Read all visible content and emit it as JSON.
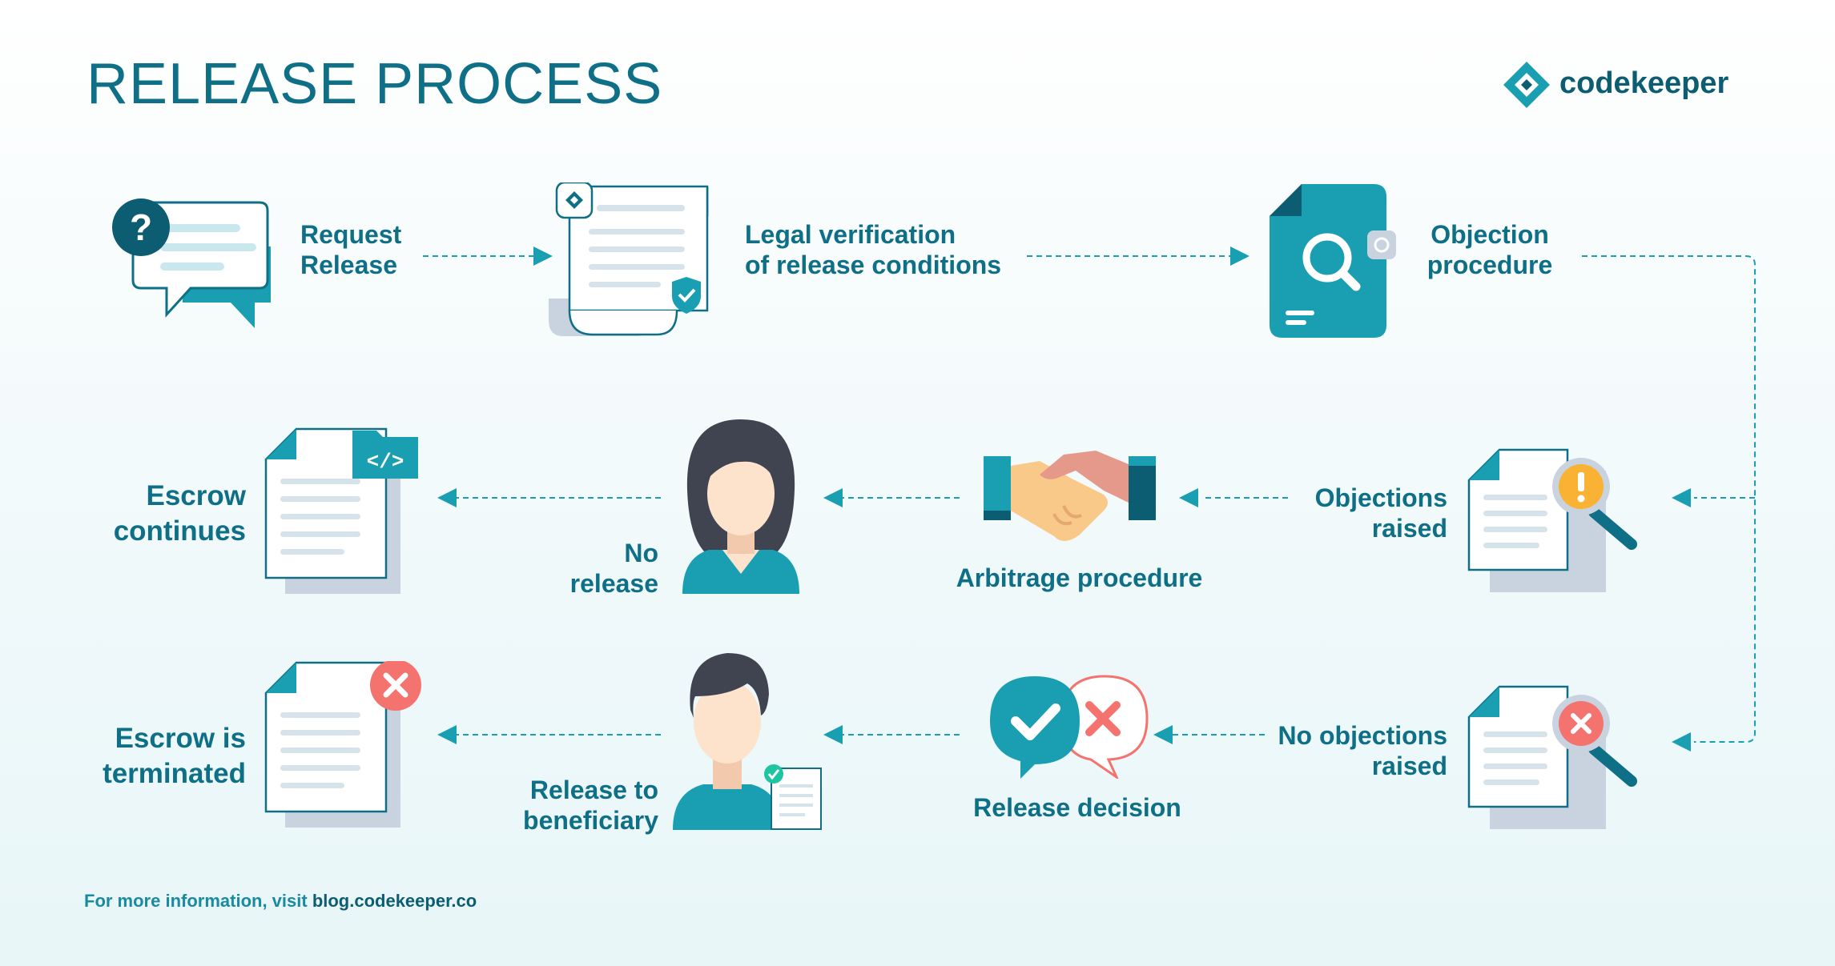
{
  "title": "RELEASE PROCESS",
  "brand": {
    "name": "codekeeper",
    "logo_icon": "codekeeper-logo-icon"
  },
  "colors": {
    "primary": "#0e6f86",
    "teal": "#1a9fb2",
    "dark": "#0d5d72",
    "error": "#f4736f",
    "warning": "#f9b233",
    "success": "#1fc4a3"
  },
  "steps": {
    "request_release": {
      "line1": "Request",
      "line2": "Release",
      "icon": "chat-question-icon"
    },
    "legal_verification": {
      "line1": "Legal verification",
      "line2": "of release conditions",
      "icon": "contract-scroll-icon"
    },
    "objection_procedure": {
      "line1": "Objection",
      "line2": "procedure",
      "icon": "document-search-icon"
    },
    "objections_raised": {
      "line1": "Objections",
      "line2": "raised",
      "icon": "document-warning-icon"
    },
    "arbitrage_procedure": {
      "label": "Arbitrage procedure",
      "icon": "handshake-icon"
    },
    "no_release": {
      "line1": "No",
      "line2": "release",
      "icon": "woman-avatar-icon"
    },
    "escrow_continues": {
      "line1": "Escrow",
      "line2": "continues",
      "icon": "document-code-folder-icon"
    },
    "no_objections_raised": {
      "line1": "No objections",
      "line2": "raised",
      "icon": "document-reject-search-icon"
    },
    "release_decision": {
      "label": "Release decision",
      "icon": "decision-bubbles-icon"
    },
    "release_to_beneficiary": {
      "line1": "Release to",
      "line2": "beneficiary",
      "icon": "man-avatar-icon"
    },
    "escrow_terminated": {
      "line1": "Escrow is",
      "line2": "terminated",
      "icon": "document-x-icon"
    }
  },
  "footer": {
    "prefix": "For more information, visit ",
    "link": "blog.codekeeper.co"
  }
}
